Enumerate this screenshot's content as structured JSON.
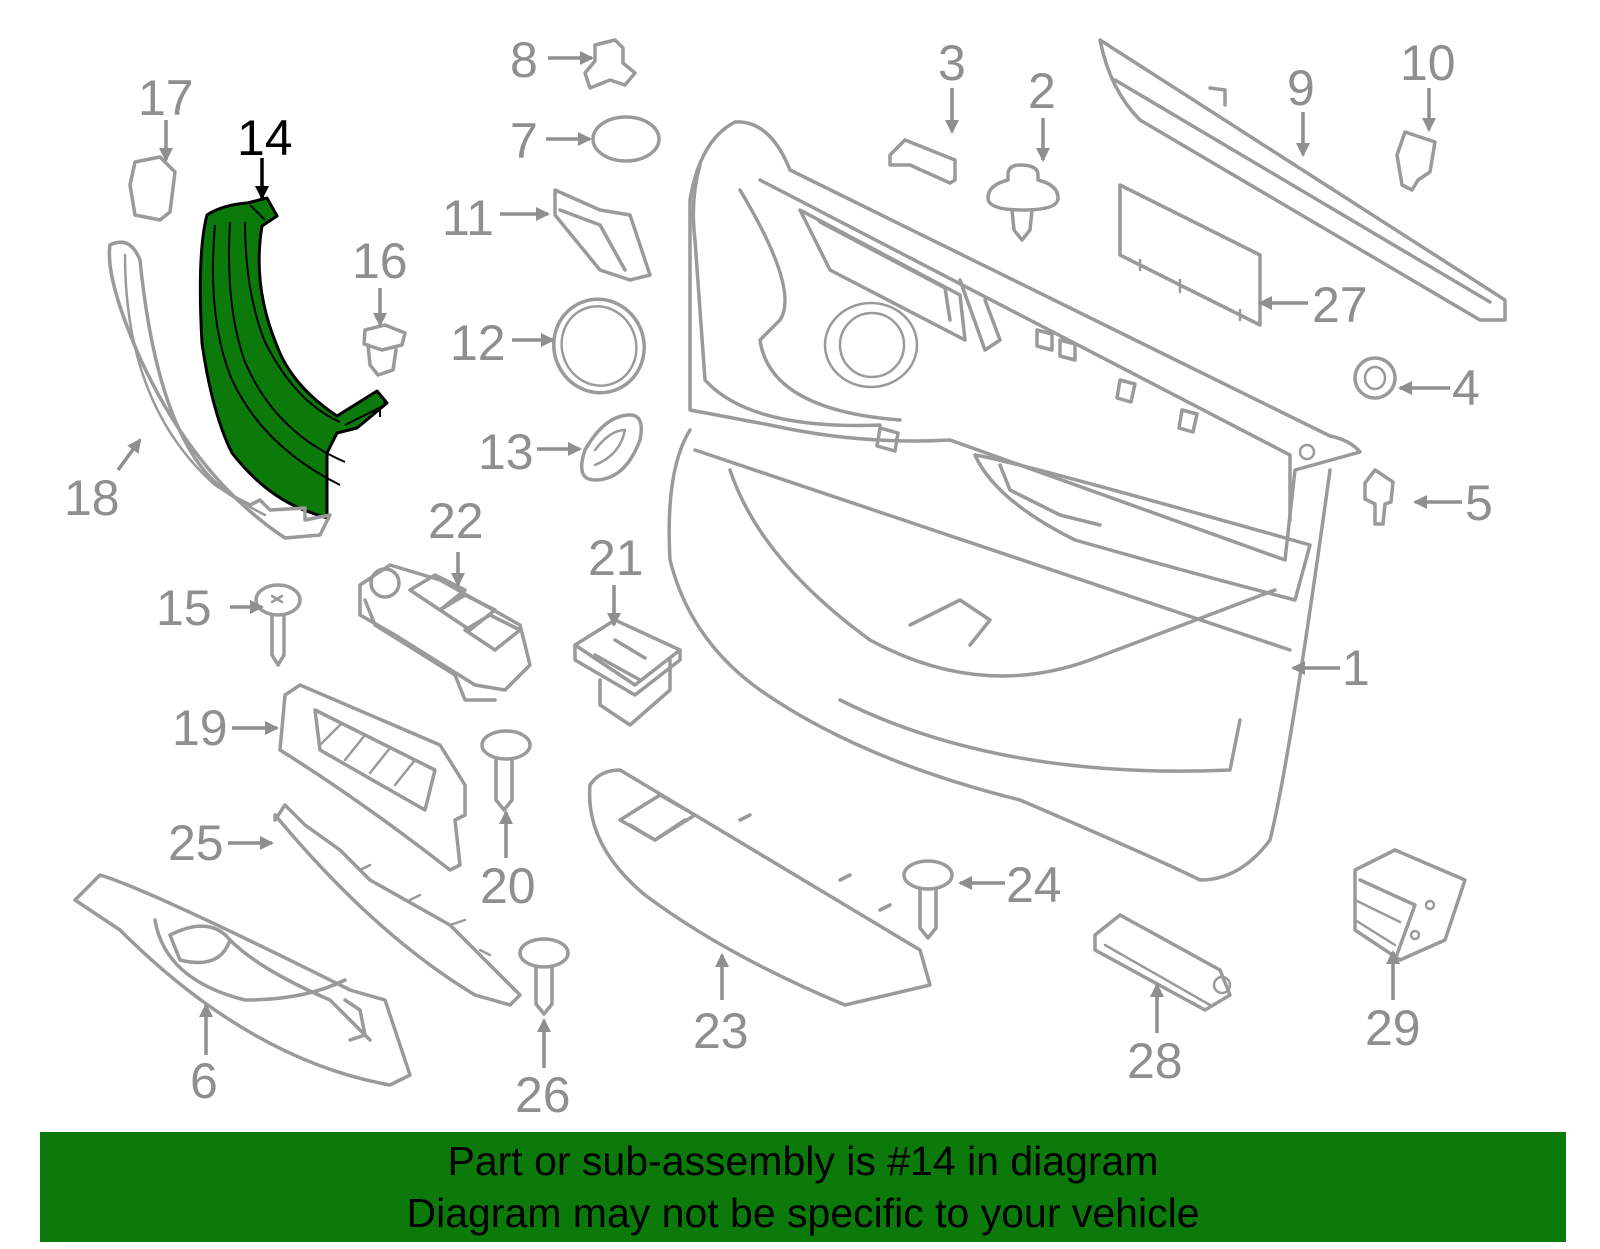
{
  "diagram": {
    "highlighted_part": "14",
    "colors": {
      "highlight": "#0b7a0b",
      "parts": "#9a9a9a",
      "banner": "#0b7a0b"
    },
    "callouts": {
      "c1": "1",
      "c2": "2",
      "c3": "3",
      "c4": "4",
      "c5": "5",
      "c6": "6",
      "c7": "7",
      "c8": "8",
      "c9": "9",
      "c10": "10",
      "c11": "11",
      "c12": "12",
      "c13": "13",
      "c14": "14",
      "c15": "15",
      "c16": "16",
      "c17": "17",
      "c18": "18",
      "c19": "19",
      "c20": "20",
      "c21": "21",
      "c22": "22",
      "c23": "23",
      "c24": "24",
      "c25": "25",
      "c26": "26",
      "c27": "27",
      "c28": "28",
      "c29": "29"
    }
  },
  "banner": {
    "line1": "Part or sub-assembly is #14 in diagram",
    "line2": "Diagram may not be specific to your vehicle"
  }
}
